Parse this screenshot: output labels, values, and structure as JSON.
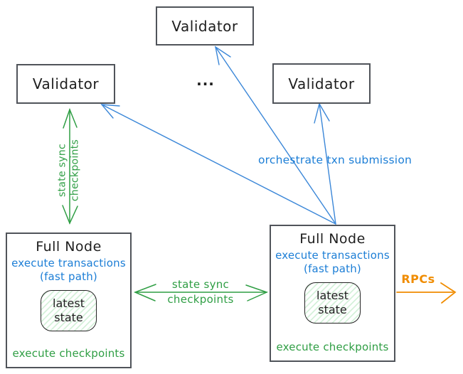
{
  "validators": {
    "top": {
      "label": "Validator"
    },
    "left": {
      "label": "Validator"
    },
    "right": {
      "label": "Validator"
    },
    "ellipsis": "..."
  },
  "full_node_left": {
    "title": "Full Node",
    "fast_path_line1": "execute transactions",
    "fast_path_line2": "(fast path)",
    "state_box": {
      "line1": "latest",
      "line2": "state"
    },
    "footer": "execute checkpoints"
  },
  "full_node_right": {
    "title": "Full Node",
    "fast_path_line1": "execute transactions",
    "fast_path_line2": "(fast path)",
    "state_box": {
      "line1": "latest",
      "line2": "state"
    },
    "footer": "execute checkpoints"
  },
  "edges": {
    "validator_state_sync": {
      "line1": "state sync",
      "line2": "checkpoints"
    },
    "node_state_sync": {
      "line1": "state sync",
      "line2": "checkpoints"
    },
    "orchestrate": "orchestrate txn submission",
    "rpcs": "RPCs"
  },
  "colors": {
    "blue_text": "#1c7ed6",
    "blue_arrow": "#3b87d8",
    "green": "#2f9e44",
    "orange": "#f08c00",
    "box_border": "#50545a",
    "text": "#1e1e1e",
    "state_hatch_green": "#40c057"
  }
}
